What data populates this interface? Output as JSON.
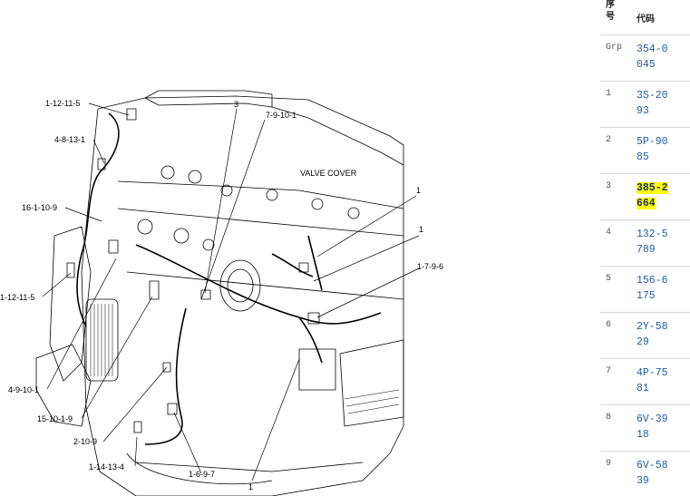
{
  "diagram": {
    "valve_cover_label": "VALVE COVER",
    "callouts": [
      "1-12-11-5",
      "4-8-13-1",
      "16-1-10-9",
      "1-12-11-5",
      "4-9-10-1",
      "15-10-1-9",
      "2-10-9",
      "1-14-13-4",
      "1-6-9-7",
      "1",
      "1-7-9-6",
      "1",
      "1",
      "3",
      "7-9-10-1"
    ]
  },
  "parts_table": {
    "header": {
      "seq": "序号",
      "code": "代码"
    },
    "rows": [
      {
        "seq": "Grp",
        "code": "354-0045",
        "highlighted": false
      },
      {
        "seq": "1",
        "code": "3S-2093",
        "highlighted": false
      },
      {
        "seq": "2",
        "code": "5P-9085",
        "highlighted": false
      },
      {
        "seq": "3",
        "code": "385-2664",
        "highlighted": true
      },
      {
        "seq": "4",
        "code": "132-5789",
        "highlighted": false
      },
      {
        "seq": "5",
        "code": "156-6175",
        "highlighted": false
      },
      {
        "seq": "6",
        "code": "2Y-5829",
        "highlighted": false
      },
      {
        "seq": "7",
        "code": "4P-7581",
        "highlighted": false
      },
      {
        "seq": "8",
        "code": "6V-3918",
        "highlighted": false
      },
      {
        "seq": "9",
        "code": "6V-5839",
        "highlighted": false
      }
    ]
  },
  "colors": {
    "link": "#1f5fa5",
    "highlight": "#ffff00"
  }
}
